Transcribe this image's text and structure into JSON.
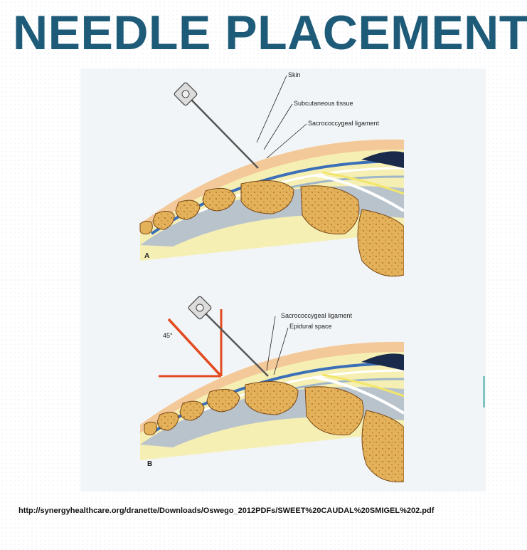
{
  "slide": {
    "title": "NEEDLE PLACEMENT",
    "source_url": "http://synergyhealthcare.org/dranette/Downloads/Oswego_2012PDFs/SWEET%20CAUDAL%20SMIGEL%202.pdf"
  },
  "figure": {
    "panel_a": {
      "label": "A",
      "labels": {
        "skin": "Skin",
        "subcutaneous": "Subcutaneous tissue",
        "ligament": "Sacrococcygeal ligament"
      }
    },
    "panel_b": {
      "label": "B",
      "angle": "45°",
      "labels": {
        "ligament": "Sacrococcygeal ligament",
        "epidural": "Epidural space"
      }
    }
  },
  "colors": {
    "title": "#1e5b78",
    "skin": "#f4c99a",
    "fat": "#f6efb4",
    "bone": "#e4b25a",
    "ligament": "#3b6fb8",
    "angle_lines": "#e24a1f"
  }
}
